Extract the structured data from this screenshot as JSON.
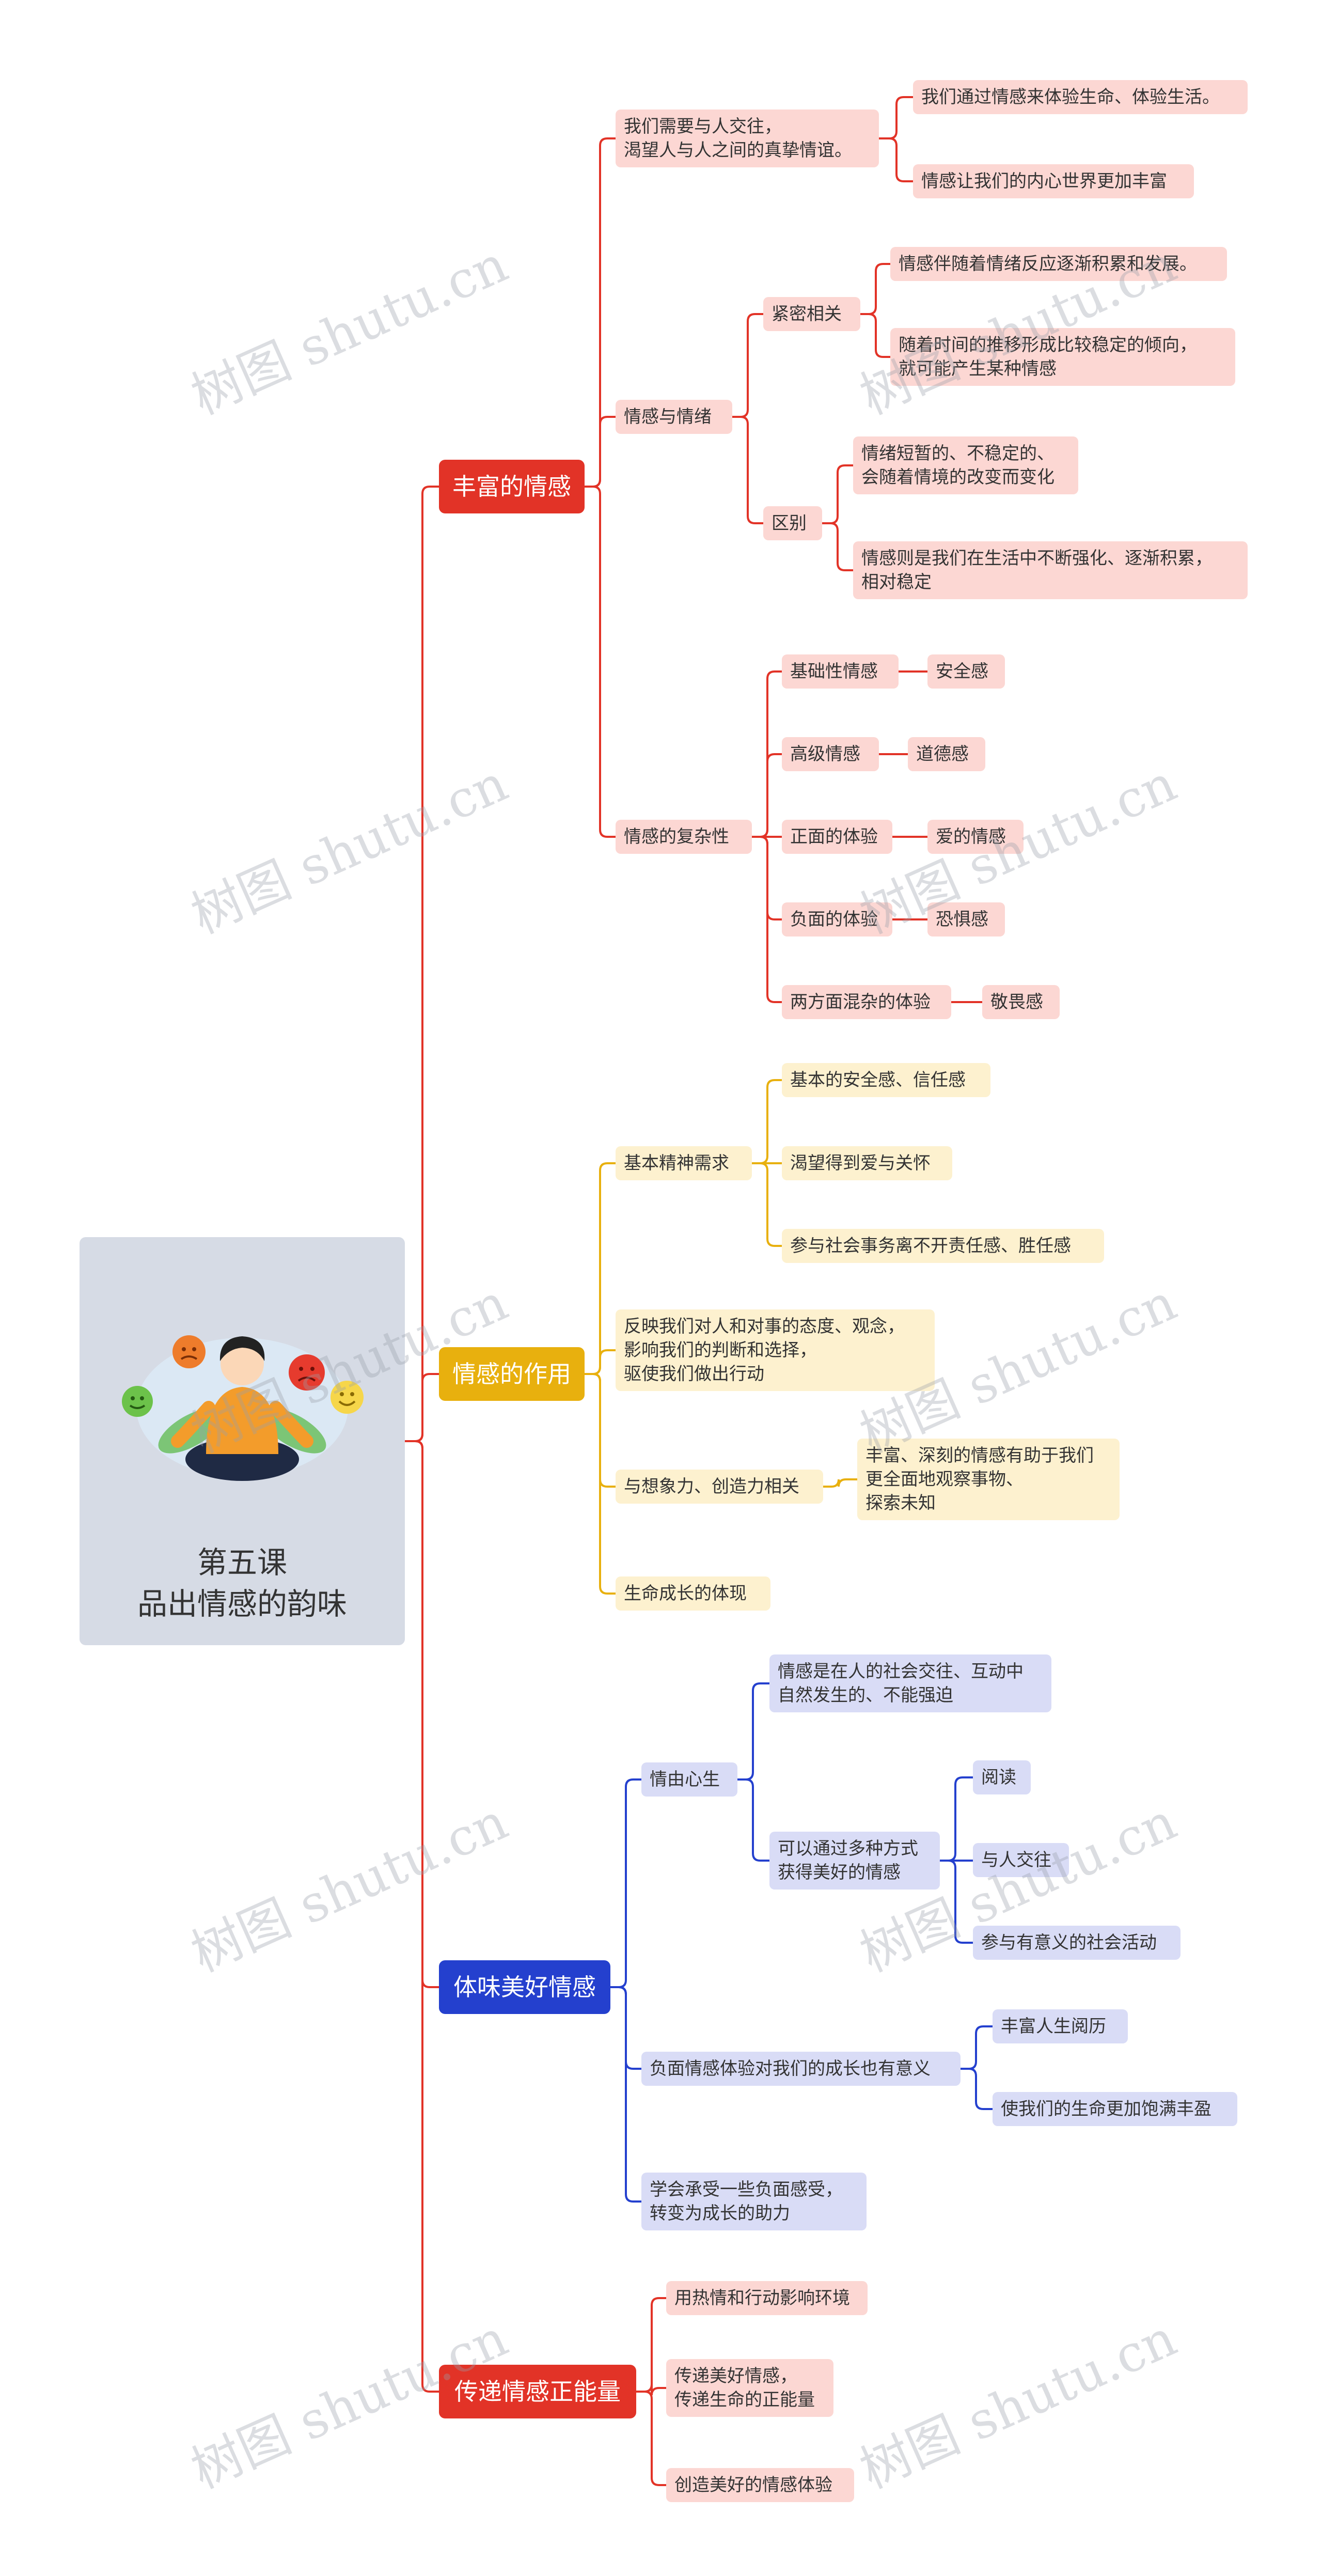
{
  "root": {
    "title": "第五课\n品出情感的韵味"
  },
  "watermark": "树图 shutu.cn",
  "colors": {
    "red": "#e23327",
    "yellow": "#e8b00e",
    "blue": "#2440ce"
  },
  "nodes": {
    "b1": "丰富的情感",
    "b1_1": "我们需要与人交往，\n渴望人与人之间的真挚情谊。",
    "b1_1a": "我们通过情感来体验生命、体验生活。",
    "b1_1b": "情感让我们的内心世界更加丰富",
    "b1_2": "情感与情绪",
    "b1_2a": "紧密相关",
    "b1_2a1": "情感伴随着情绪反应逐渐积累和发展。",
    "b1_2a2": "随着时间的推移形成比较稳定的倾向，\n就可能产生某种情感",
    "b1_2b": "区别",
    "b1_2b1": "情绪短暂的、不稳定的、\n会随着情境的改变而变化",
    "b1_2b2": "情感则是我们在生活中不断强化、逐渐积累，\n相对稳定",
    "b1_3": "情感的复杂性",
    "b1_3a": "基础性情感",
    "b1_3a1": "安全感",
    "b1_3b": "高级情感",
    "b1_3b1": "道德感",
    "b1_3c": "正面的体验",
    "b1_3c1": "爱的情感",
    "b1_3d": "负面的体验",
    "b1_3d1": "恐惧感",
    "b1_3e": "两方面混杂的体验",
    "b1_3e1": "敬畏感",
    "b2": "情感的作用",
    "b2_1": "基本精神需求",
    "b2_1a": "基本的安全感、信任感",
    "b2_1b": "渴望得到爱与关怀",
    "b2_1c": "参与社会事务离不开责任感、胜任感",
    "b2_2": "反映我们对人和对事的态度、观念，\n影响我们的判断和选择，\n驱使我们做出行动",
    "b2_3": "与想象力、创造力相关",
    "b2_3a": "丰富、深刻的情感有助于我们\n更全面地观察事物、\n探索未知",
    "b2_4": "生命成长的体现",
    "b3": "体味美好情感",
    "b3_1": "情由心生",
    "b3_1a": "情感是在人的社会交往、互动中\n自然发生的、不能强迫",
    "b3_1b": "可以通过多种方式\n获得美好的情感",
    "b3_1b1": "阅读",
    "b3_1b2": "与人交往",
    "b3_1b3": "参与有意义的社会活动",
    "b3_2": "负面情感体验对我们的成长也有意义",
    "b3_2a": "丰富人生阅历",
    "b3_2b": "使我们的生命更加饱满丰盈",
    "b3_3": "学会承受一些负面感受，\n转变为成长的助力",
    "b4": "传递情感正能量",
    "b4_1": "用热情和行动影响环境",
    "b4_2": "传递美好情感，\n传递生命的正能量",
    "b4_3": "创造美好的情感体验"
  }
}
